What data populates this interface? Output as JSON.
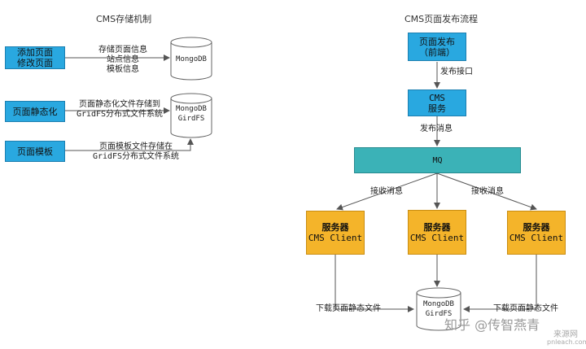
{
  "left": {
    "title": "CMS存储机制",
    "box1": {
      "line1": "添加页面",
      "line2": "修改页面"
    },
    "box1_label": [
      "存储页面信息",
      "站点信息",
      "模板信息"
    ],
    "db1": "MongoDB",
    "box2": "页面静态化",
    "box2_label": [
      "页面静态化文件存储到",
      "GridFS分布式文件系统"
    ],
    "db2": {
      "line1": "MongoDB",
      "line2": "GirdFS"
    },
    "box3": "页面模板",
    "box3_label": [
      "页面模板文件存储在",
      "GridFS分布式文件系统"
    ]
  },
  "right": {
    "title": "CMS页面发布流程",
    "publish_box": {
      "line1": "页面发布",
      "line2": "（前端）"
    },
    "publish_api_label": "发布接口",
    "cms_box": {
      "line1": "CMS",
      "line2": "服务"
    },
    "send_msg_label": "发布消息",
    "mq_label": "MQ",
    "recv_label_left": "接收消息",
    "recv_label_right": "接收消息",
    "client": {
      "line1": "服务器",
      "line2": "CMS Client"
    },
    "db": {
      "line1": "MongoDB",
      "line2": "GirdFS"
    },
    "download_left": "下载页面静态文件",
    "download_right": "下载页面静态文件"
  },
  "watermark": {
    "main": "知乎 @传智燕青",
    "sub": "pnleach.com",
    "logo": "来源网"
  }
}
